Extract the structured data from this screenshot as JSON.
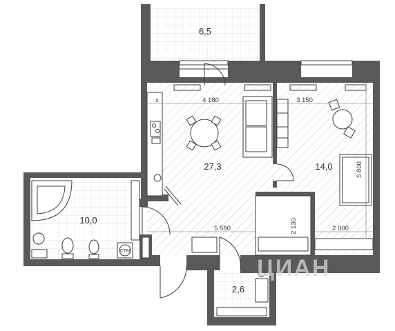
{
  "rooms": {
    "balcony": {
      "area": "6,5"
    },
    "living": {
      "area": "27,3"
    },
    "bedroom": {
      "area": "14,0"
    },
    "bathroom": {
      "area": "10,0"
    },
    "wc": {
      "area": "2,6"
    }
  },
  "dimensions": {
    "living_width": "4 180",
    "bedroom_width": "3 150",
    "bedroom_depth": "5 800",
    "hall_length": "5 580",
    "wardrobe_depth": "2 130",
    "bed_width": "2 000"
  },
  "fixtures": {
    "washer_label": "СТМ"
  },
  "watermark": "ЦИАН"
}
